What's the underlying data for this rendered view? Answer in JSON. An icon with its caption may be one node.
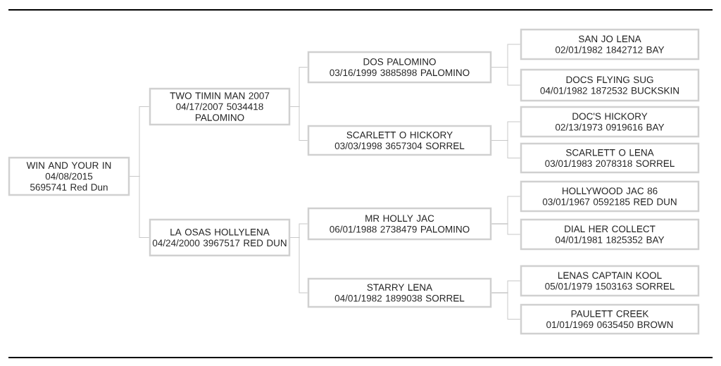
{
  "diagram": {
    "nodes": [
      {
        "text": [
          "WIN AND YOUR IN",
          "04/08/2015 5695741 Red Dun"
        ]
      },
      {
        "text": [
          "TWO TIMIN MAN 2007",
          "04/17/2007 5034418 PALOMINO"
        ]
      },
      {
        "text": [
          "LA OSAS HOLLYLENA",
          "04/24/2000 3967517 RED DUN"
        ]
      },
      {
        "text": [
          "DOS PALOMINO",
          "03/16/1999 3885898 PALOMINO"
        ]
      },
      {
        "text": [
          "SCARLETT O HICKORY",
          "03/03/1998 3657304 SORREL"
        ]
      },
      {
        "text": [
          "MR HOLLY JAC",
          "06/01/1988 2738479 PALOMINO"
        ]
      },
      {
        "text": [
          "STARRY LENA",
          "04/01/1982 1899038 SORREL"
        ]
      },
      {
        "text": [
          "SAN JO LENA",
          "02/01/1982 1842712 BAY"
        ]
      },
      {
        "text": [
          "DOCS FLYING SUG",
          "04/01/1982 1872532 BUCKSKIN"
        ]
      },
      {
        "text": [
          "DOC'S HICKORY",
          "02/13/1973 0919616 BAY"
        ]
      },
      {
        "text": [
          "SCARLETT O LENA",
          "03/01/1983 2078318 SORREL"
        ]
      },
      {
        "text": [
          "HOLLYWOOD JAC 86",
          "03/01/1967 0592185 RED DUN"
        ]
      },
      {
        "text": [
          "DIAL HER COLLECT",
          "04/01/1981 1825352 BAY"
        ]
      },
      {
        "text": [
          "LENAS CAPTAIN KOOL",
          "05/01/1979 1503163 SORREL"
        ]
      },
      {
        "text": [
          "PAULETT CREEK",
          "01/01/1969 0635450 BROWN"
        ]
      }
    ],
    "edges": [
      {
        "from": 0,
        "to": 1,
        "arrow": "none"
      },
      {
        "from": 0,
        "to": 2,
        "arrow": "none"
      },
      {
        "from": 1,
        "to": 3,
        "arrow": "none"
      },
      {
        "from": 1,
        "to": 4,
        "arrow": "none"
      },
      {
        "from": 2,
        "to": 5,
        "arrow": "none"
      },
      {
        "from": 2,
        "to": 6,
        "arrow": "none"
      },
      {
        "from": 3,
        "to": 7,
        "arrow": "none"
      },
      {
        "from": 3,
        "to": 8,
        "arrow": "none"
      },
      {
        "from": 4,
        "to": 9,
        "arrow": "none"
      },
      {
        "from": 4,
        "to": 10,
        "arrow": "none"
      },
      {
        "from": 5,
        "to": 11,
        "arrow": "none"
      },
      {
        "from": 5,
        "to": 12,
        "arrow": "none"
      },
      {
        "from": 6,
        "to": 13,
        "arrow": "none"
      },
      {
        "from": 6,
        "to": 14,
        "arrow": "none"
      }
    ]
  }
}
